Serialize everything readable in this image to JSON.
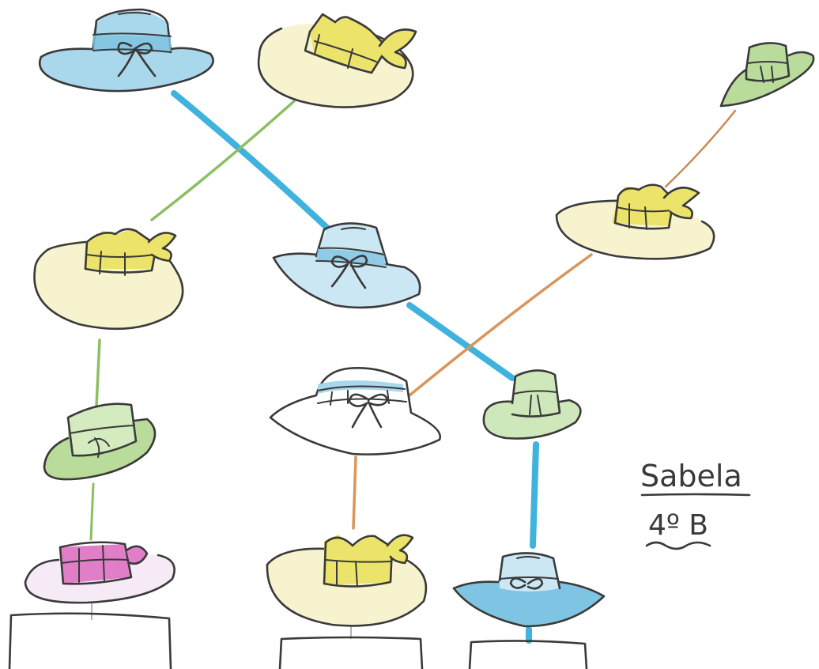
{
  "signature": {
    "name": "Sabela",
    "class_label": "4º B"
  },
  "colors": {
    "paper": "#ffffff",
    "ink": "#3a3a3a",
    "blue_hat": "#a9d8ec",
    "blue_band": "#7fc4e2",
    "yellow_hat_band": "#ece36a",
    "yellow_hat_brim": "#f7f3cf",
    "green_hat": "#b9dc9a",
    "pink_band": "#e07fc8",
    "blue_line": "#3fb3dd",
    "green_line": "#8cbf62",
    "orange_line": "#d9955a"
  },
  "hats": [
    {
      "name": "blue-hat",
      "icon": "hat-blue-bow-icon"
    },
    {
      "name": "yellow-hat",
      "icon": "hat-yellow-feather-icon"
    },
    {
      "name": "green-hat",
      "icon": "hat-green-icon"
    },
    {
      "name": "white-hat",
      "icon": "hat-white-bow-icon"
    },
    {
      "name": "pink-hat",
      "icon": "hat-pink-icon"
    }
  ]
}
